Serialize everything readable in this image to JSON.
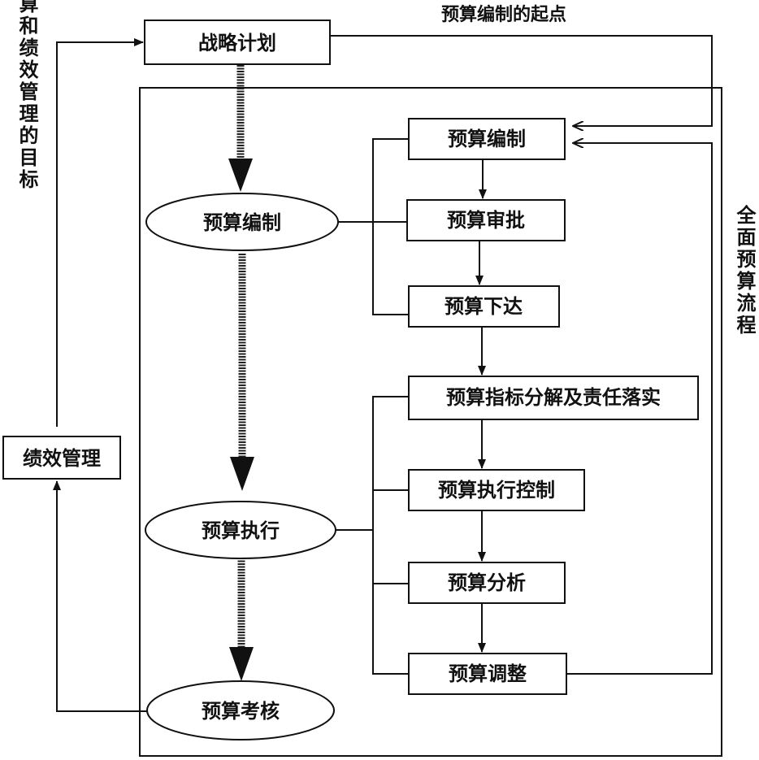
{
  "title_top": "预算编制的起点",
  "strategic_plan": "战略计划",
  "left_goal": "预算和绩效管理的目标",
  "right_flow": "全面预算流程",
  "performance": "绩效管理",
  "ellipses": {
    "compile": "预算编制",
    "execute": "预算执行",
    "assess": "预算考核"
  },
  "steps": {
    "compile": "预算编制",
    "approve": "预算审批",
    "issue": "预算下达",
    "decompose": "预算指标分解及责任落实",
    "control": "预算执行控制",
    "analyze": "预算分析",
    "adjust": "预算调整"
  }
}
